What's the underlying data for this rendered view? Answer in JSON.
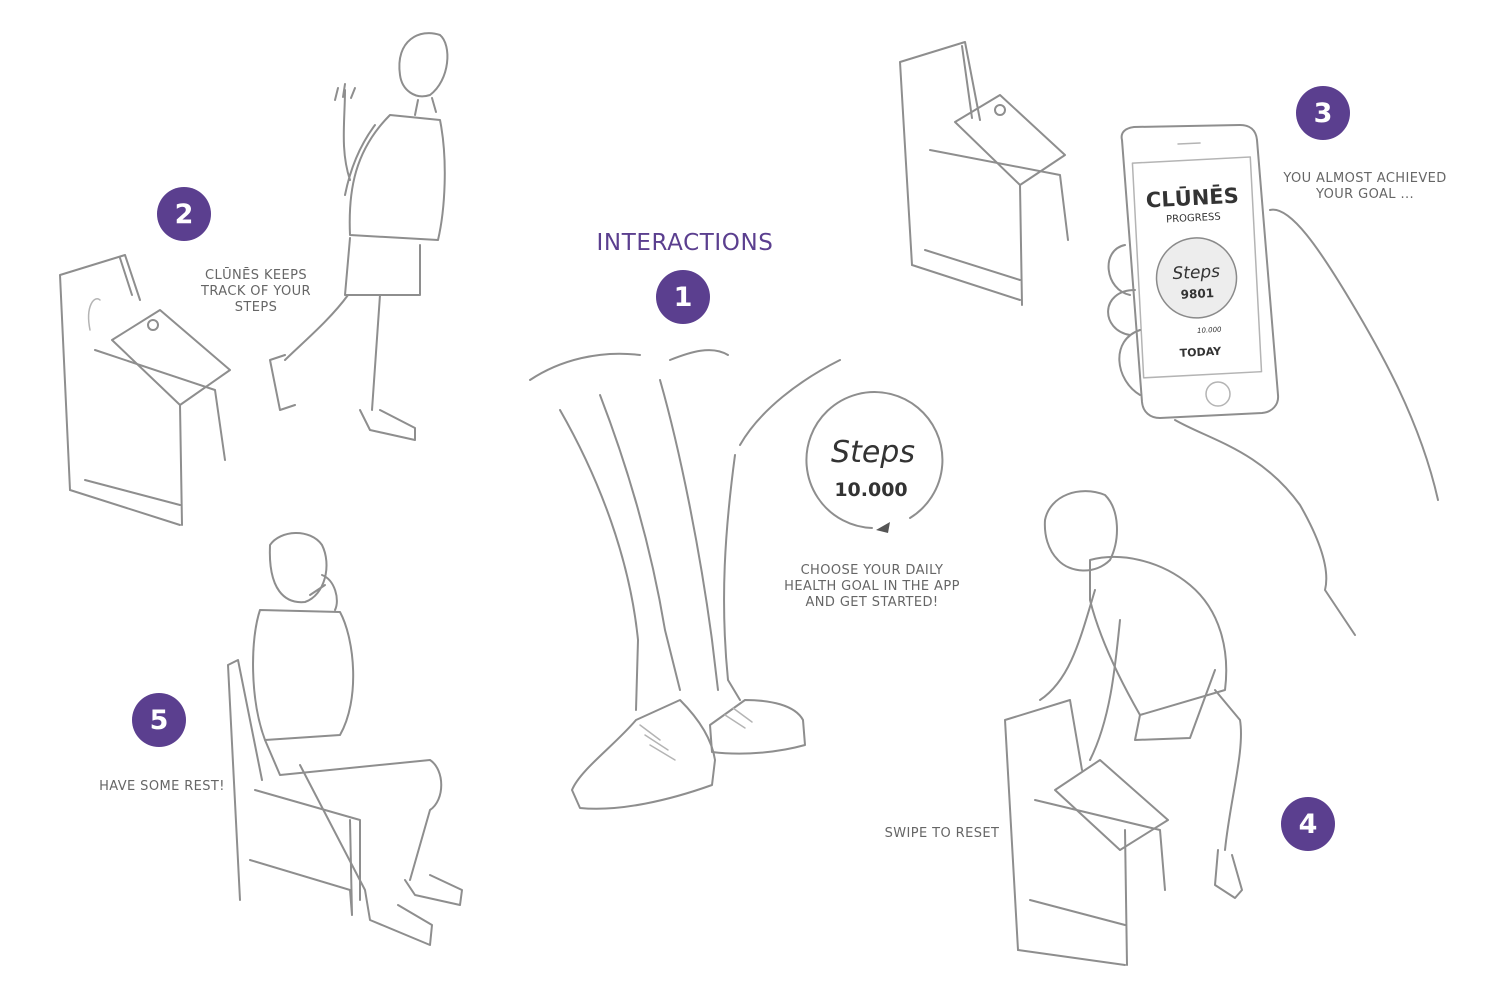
{
  "title": "INTERACTIONS",
  "colors": {
    "accent": "#5b3f8f",
    "caption": "#666666",
    "sketch": "#8e8e8e"
  },
  "steps": [
    {
      "number": "1",
      "caption": [
        "CHOOSE YOUR DAILY",
        "HEALTH GOAL IN THE APP",
        "AND GET STARTED!"
      ]
    },
    {
      "number": "2",
      "caption": [
        "CLŪNĒS KEEPS",
        "TRACK OF YOUR",
        "STEPS"
      ]
    },
    {
      "number": "3",
      "caption": [
        "YOU ALMOST ACHIEVED",
        "YOUR GOAL ..."
      ]
    },
    {
      "number": "4",
      "caption": [
        "SWIPE TO RESET"
      ]
    },
    {
      "number": "5",
      "caption": [
        "HAVE SOME REST!"
      ]
    }
  ],
  "goal_dial": {
    "label": "Steps",
    "value": "10.000"
  },
  "phone": {
    "brand": "CLŪNĒS",
    "subtitle": "PROGRESS",
    "label": "Steps",
    "value": "9801",
    "goal": "10.000",
    "period": "TODAY"
  }
}
